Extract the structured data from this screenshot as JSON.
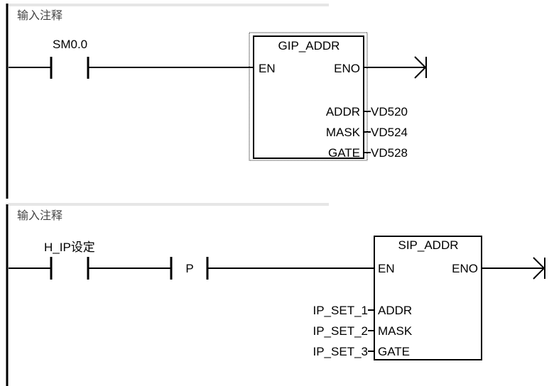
{
  "networks": [
    {
      "comment": "输入注释",
      "contact": {
        "label": "SM0.0"
      },
      "box": {
        "title": "GIP_ADDR",
        "en": "EN",
        "eno": "ENO",
        "params": [
          {
            "name": "ADDR",
            "value": "VD520"
          },
          {
            "name": "MASK",
            "value": "VD524"
          },
          {
            "name": "GATE",
            "value": "VD528"
          }
        ]
      }
    },
    {
      "comment": "输入注释",
      "contact": {
        "label": "H_IP设定"
      },
      "edge": {
        "label": "P"
      },
      "box": {
        "title": "SIP_ADDR",
        "en": "EN",
        "eno": "ENO",
        "params": [
          {
            "name": "ADDR",
            "value": "IP_SET_1"
          },
          {
            "name": "MASK",
            "value": "IP_SET_2"
          },
          {
            "name": "GATE",
            "value": "IP_SET_3"
          }
        ]
      }
    }
  ],
  "colors": {
    "rail": "#000000",
    "comment_text": "#444444",
    "header_band": "#e6e6e6"
  }
}
